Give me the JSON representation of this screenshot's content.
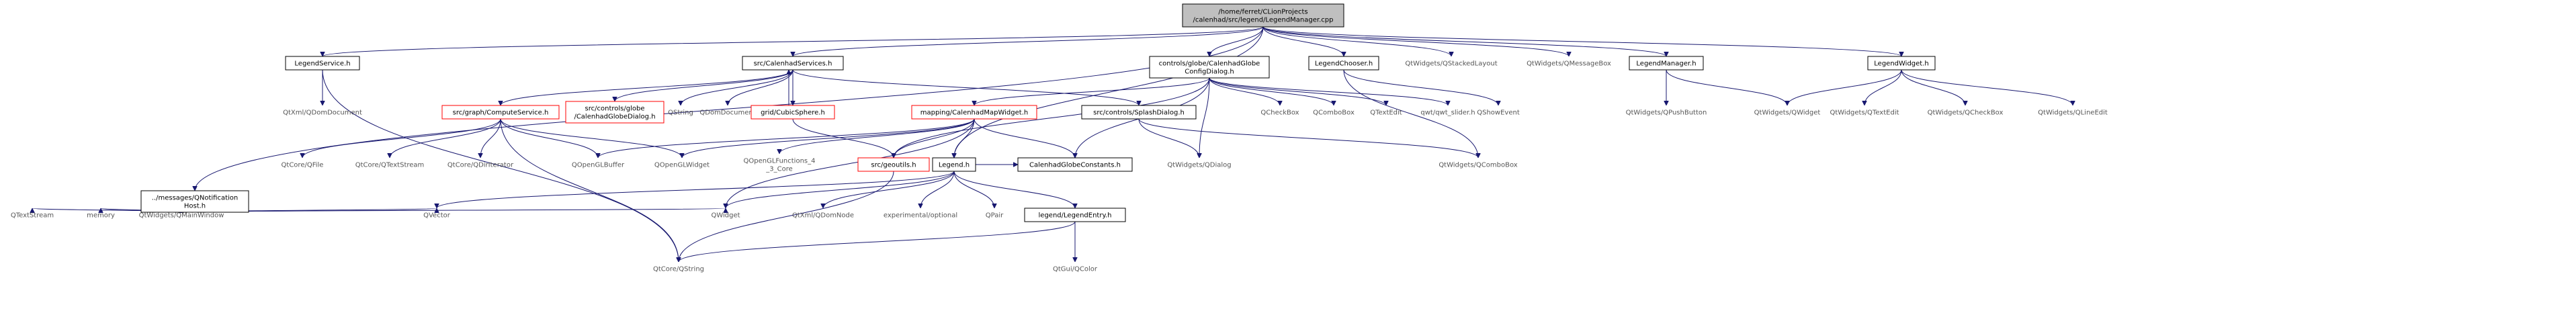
{
  "graph": {
    "root": "/home/ferret/CLionProjects\n/calenhad/src/legend/LegendManager.cpp",
    "nodes": [
      {
        "id": "root",
        "label": "/home/ferret/CLionProjects\n/calenhad/src/legend/LegendManager.cpp",
        "style": "root"
      },
      {
        "id": "legendservice",
        "label": "LegendService.h",
        "style": "normal"
      },
      {
        "id": "calenhadservices",
        "label": "src/CalenhadServices.h",
        "style": "normal"
      },
      {
        "id": "configdialog",
        "label": "controls/globe/CalenhadGlobe\nConfigDialog.h",
        "style": "normal"
      },
      {
        "id": "legendchooser",
        "label": "LegendChooser.h",
        "style": "normal"
      },
      {
        "id": "qstackedlayout",
        "label": "QtWidgets/QStackedLayout",
        "style": "gray"
      },
      {
        "id": "qmessagebox",
        "label": "QtWidgets/QMessageBox",
        "style": "gray"
      },
      {
        "id": "legendmanager",
        "label": "LegendManager.h",
        "style": "normal"
      },
      {
        "id": "legendwidget",
        "label": "LegendWidget.h",
        "style": "normal"
      },
      {
        "id": "qnotification",
        "label": "../messages/QNotification\nHost.h",
        "style": "normal"
      },
      {
        "id": "qdomdocument_qtxml",
        "label": "QtXml/QDomDocument",
        "style": "gray"
      },
      {
        "id": "computeservice",
        "label": "src/graph/ComputeService.h",
        "style": "missing"
      },
      {
        "id": "globedialog",
        "label": "src/controls/globe\n/CalenhadGlobeDialog.h",
        "style": "missing"
      },
      {
        "id": "qstring",
        "label": "QString",
        "style": "gray"
      },
      {
        "id": "qdomdocument",
        "label": "QDomDocument",
        "style": "gray"
      },
      {
        "id": "cubicsphere",
        "label": "grid/CubicSphere.h",
        "style": "missing"
      },
      {
        "id": "mapwidget",
        "label": "mapping/CalenhadMapWidget.h",
        "style": "missing"
      },
      {
        "id": "splashdialog",
        "label": "src/controls/SplashDialog.h",
        "style": "normal"
      },
      {
        "id": "qcheckbox",
        "label": "QCheckBox",
        "style": "gray"
      },
      {
        "id": "qcombobox",
        "label": "QComboBox",
        "style": "gray"
      },
      {
        "id": "qtextedit",
        "label": "QTextEdit",
        "style": "gray"
      },
      {
        "id": "qwtslider",
        "label": "qwt/qwt_slider.h",
        "style": "gray"
      },
      {
        "id": "qshowevent",
        "label": "QShowEvent",
        "style": "gray"
      },
      {
        "id": "qpushbutton",
        "label": "QtWidgets/QPushButton",
        "style": "gray"
      },
      {
        "id": "qwidget_w",
        "label": "QtWidgets/QWidget",
        "style": "gray"
      },
      {
        "id": "qtextedit_w",
        "label": "QtWidgets/QTextEdit",
        "style": "gray"
      },
      {
        "id": "qcheckbox_w",
        "label": "QtWidgets/QCheckBox",
        "style": "gray"
      },
      {
        "id": "qlineedit_w",
        "label": "QtWidgets/QLineEdit",
        "style": "gray"
      },
      {
        "id": "qfile",
        "label": "QtCore/QFile",
        "style": "gray"
      },
      {
        "id": "qtextstream_core",
        "label": "QtCore/QTextStream",
        "style": "gray"
      },
      {
        "id": "qdiriterator",
        "label": "QtCore/QDirIterator",
        "style": "gray"
      },
      {
        "id": "qopenglbuffer",
        "label": "QOpenGLBuffer",
        "style": "gray"
      },
      {
        "id": "qopenglwidget",
        "label": "QOpenGLWidget",
        "style": "gray"
      },
      {
        "id": "qopenglfunctions",
        "label": "QOpenGLFunctions_4\n_3_Core",
        "style": "gray"
      },
      {
        "id": "geoutils",
        "label": "src/geoutils.h",
        "style": "missing"
      },
      {
        "id": "legend",
        "label": "Legend.h",
        "style": "normal"
      },
      {
        "id": "globeconstants",
        "label": "CalenhadGlobeConstants.h",
        "style": "normal"
      },
      {
        "id": "qdialog_w",
        "label": "QtWidgets/QDialog",
        "style": "gray"
      },
      {
        "id": "qcombobox_w",
        "label": "QtWidgets/QComboBox",
        "style": "gray"
      },
      {
        "id": "qtextstream",
        "label": "QTextStream",
        "style": "gray"
      },
      {
        "id": "memory",
        "label": "memory",
        "style": "gray"
      },
      {
        "id": "qmainwindow",
        "label": "QtWidgets/QMainWindow",
        "style": "gray"
      },
      {
        "id": "qvector",
        "label": "QVector",
        "style": "gray"
      },
      {
        "id": "qwidget",
        "label": "QWidget",
        "style": "gray"
      },
      {
        "id": "qdomnode",
        "label": "QtXml/QDomNode",
        "style": "gray"
      },
      {
        "id": "optional",
        "label": "experimental/optional",
        "style": "gray"
      },
      {
        "id": "qpair",
        "label": "QPair",
        "style": "gray"
      },
      {
        "id": "legendentry",
        "label": "legend/LegendEntry.h",
        "style": "normal"
      },
      {
        "id": "qcore_qstring",
        "label": "QtCore/QString",
        "style": "gray"
      },
      {
        "id": "qcolor",
        "label": "QtGui/QColor",
        "style": "gray"
      }
    ],
    "edges": [
      [
        "root",
        "legendservice"
      ],
      [
        "root",
        "calenhadservices"
      ],
      [
        "root",
        "configdialog"
      ],
      [
        "root",
        "legendchooser"
      ],
      [
        "root",
        "qstackedlayout"
      ],
      [
        "root",
        "qmessagebox"
      ],
      [
        "root",
        "legendmanager"
      ],
      [
        "root",
        "legendwidget"
      ],
      [
        "root",
        "qnotification"
      ],
      [
        "root",
        "legend"
      ],
      [
        "legendservice",
        "qdomdocument_qtxml"
      ],
      [
        "legendservice",
        "qcore_qstring"
      ],
      [
        "calenhadservices",
        "computeservice"
      ],
      [
        "calenhadservices",
        "globedialog"
      ],
      [
        "calenhadservices",
        "qstring"
      ],
      [
        "calenhadservices",
        "qdomdocument"
      ],
      [
        "calenhadservices",
        "cubicsphere"
      ],
      [
        "calenhadservices",
        "splashdialog"
      ],
      [
        "cubicsphere",
        "calenhadservices"
      ],
      [
        "cubicsphere",
        "geoutils"
      ],
      [
        "configdialog",
        "mapwidget"
      ],
      [
        "configdialog",
        "qcheckbox"
      ],
      [
        "configdialog",
        "qcombobox"
      ],
      [
        "configdialog",
        "qtextedit"
      ],
      [
        "configdialog",
        "qwtslider"
      ],
      [
        "configdialog",
        "qdialog_w"
      ],
      [
        "configdialog",
        "globeconstants"
      ],
      [
        "configdialog",
        "geoutils"
      ],
      [
        "legendchooser",
        "qshowevent"
      ],
      [
        "legendchooser",
        "qcombobox_w"
      ],
      [
        "legendmanager",
        "qpushbutton"
      ],
      [
        "legendmanager",
        "qwidget_w"
      ],
      [
        "legendwidget",
        "qwidget_w"
      ],
      [
        "legendwidget",
        "qtextedit_w"
      ],
      [
        "legendwidget",
        "qcheckbox_w"
      ],
      [
        "legendwidget",
        "qlineedit_w"
      ],
      [
        "computeservice",
        "qfile"
      ],
      [
        "computeservice",
        "qtextstream_core"
      ],
      [
        "computeservice",
        "qdiriterator"
      ],
      [
        "computeservice",
        "qopenglbuffer"
      ],
      [
        "computeservice",
        "qopenglwidget"
      ],
      [
        "computeservice",
        "qcore_qstring"
      ],
      [
        "mapwidget",
        "qopenglbuffer"
      ],
      [
        "mapwidget",
        "qopenglwidget"
      ],
      [
        "mapwidget",
        "qopenglfunctions"
      ],
      [
        "mapwidget",
        "geoutils"
      ],
      [
        "mapwidget",
        "legend"
      ],
      [
        "mapwidget",
        "globeconstants"
      ],
      [
        "mapwidget",
        "qwidget"
      ],
      [
        "splashdialog",
        "qdialog_w"
      ],
      [
        "splashdialog",
        "qcombobox_w"
      ],
      [
        "qnotification",
        "qtextstream"
      ],
      [
        "qnotification",
        "memory"
      ],
      [
        "qnotification",
        "qmainwindow"
      ],
      [
        "qnotification",
        "qvector"
      ],
      [
        "qnotification",
        "qwidget"
      ],
      [
        "geoutils",
        "qcore_qstring"
      ],
      [
        "legend",
        "qvector"
      ],
      [
        "legend",
        "qwidget"
      ],
      [
        "legend",
        "qdomnode"
      ],
      [
        "legend",
        "optional"
      ],
      [
        "legend",
        "qpair"
      ],
      [
        "legend",
        "legendentry"
      ],
      [
        "legend",
        "globeconstants"
      ],
      [
        "legendentry",
        "qcore_qstring"
      ],
      [
        "legendentry",
        "qcolor"
      ]
    ]
  },
  "colors": {
    "edge": "#191970",
    "root_fill": "#bfbfbf",
    "missing_border": "#ff0000",
    "normal_border": "#000000",
    "gray_text": "#555555"
  }
}
